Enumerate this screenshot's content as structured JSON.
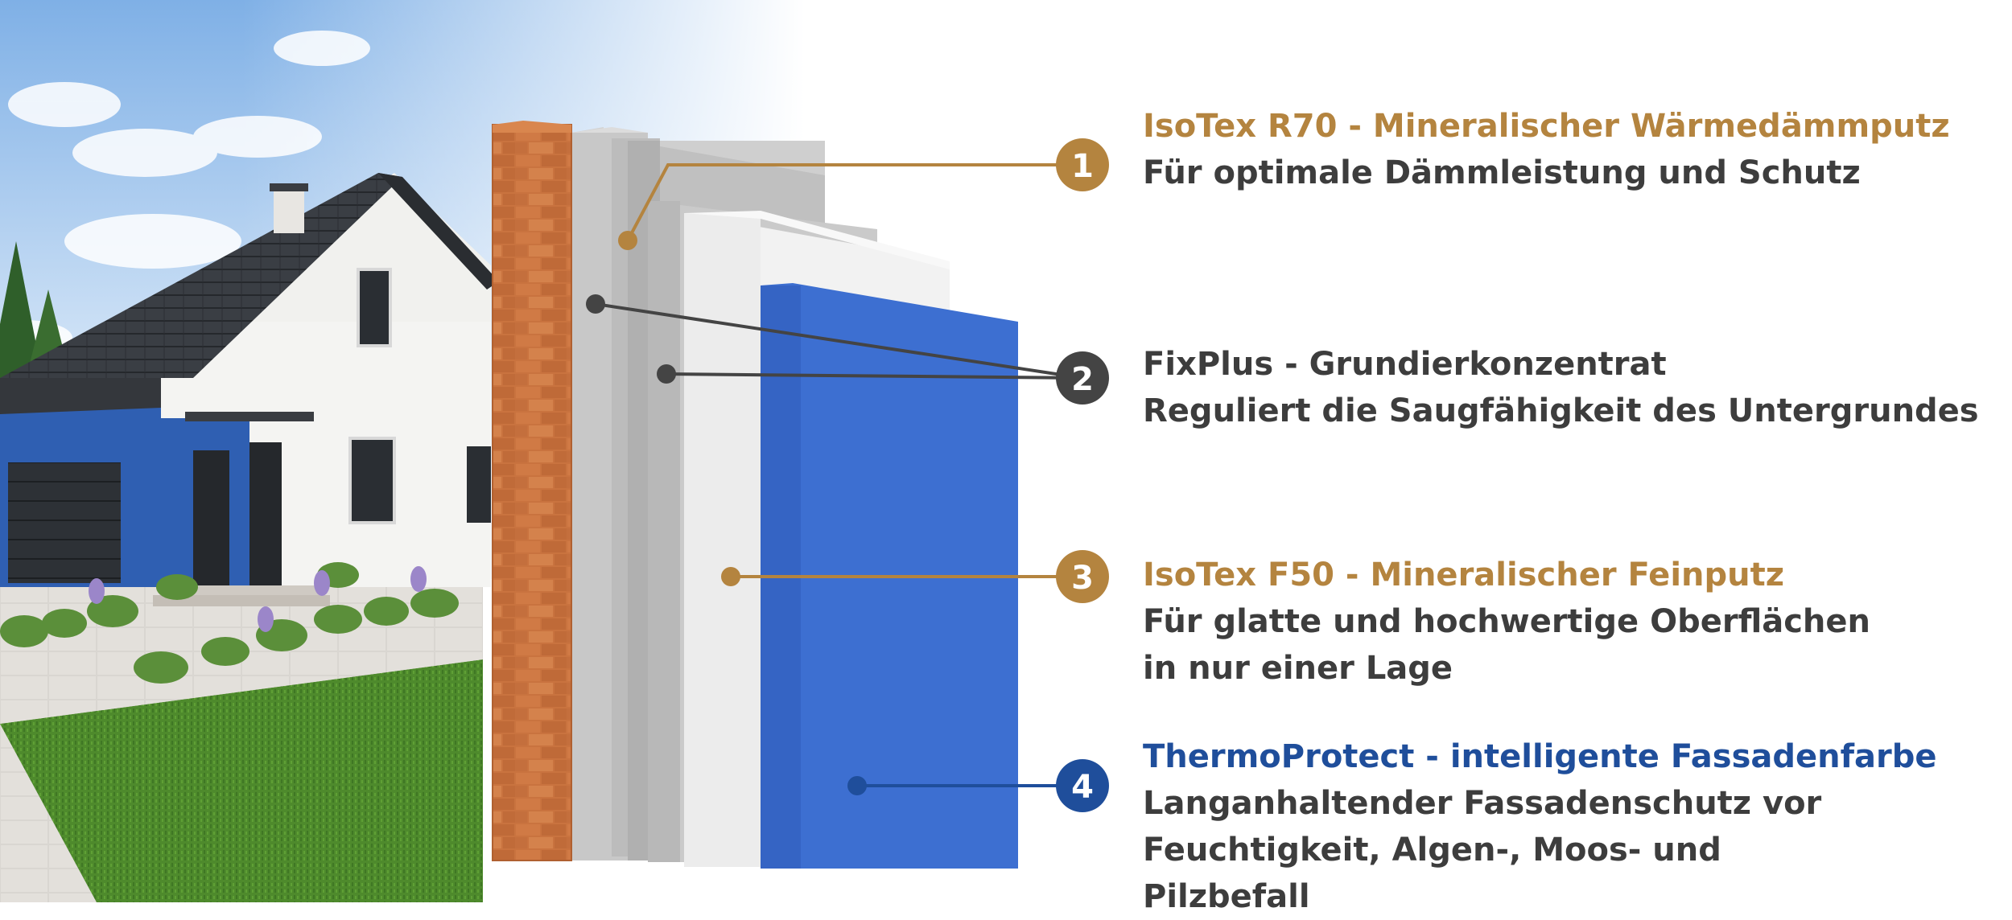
{
  "colors": {
    "gold": "#b4843f",
    "dark": "#444444",
    "blue": "#1f4e9b",
    "text": "#3d3d3d",
    "brick": "#c9733f",
    "panel_blue": "#3d6fd1"
  },
  "callouts": [
    {
      "number": "1",
      "title": "IsoTex R70 - Mineralischer Wärmedämmputz",
      "desc": "Für optimale Dämmleistung und Schutz"
    },
    {
      "number": "2",
      "title": "FixPlus - Grundierkonzentrat",
      "desc": "Reguliert die Saugfähigkeit des Untergrundes"
    },
    {
      "number": "3",
      "title": "IsoTex F50 - Mineralischer Feinputz",
      "desc": "Für glatte und hochwertige Oberflächen in nur einer Lage"
    },
    {
      "number": "4",
      "title": "ThermoProtect - intelligente Fassadenfarbe",
      "desc": "Langanhaltender Fassadenschutz vor Feuchtigkeit, Algen-, Moos- und Pilzbefall"
    }
  ]
}
